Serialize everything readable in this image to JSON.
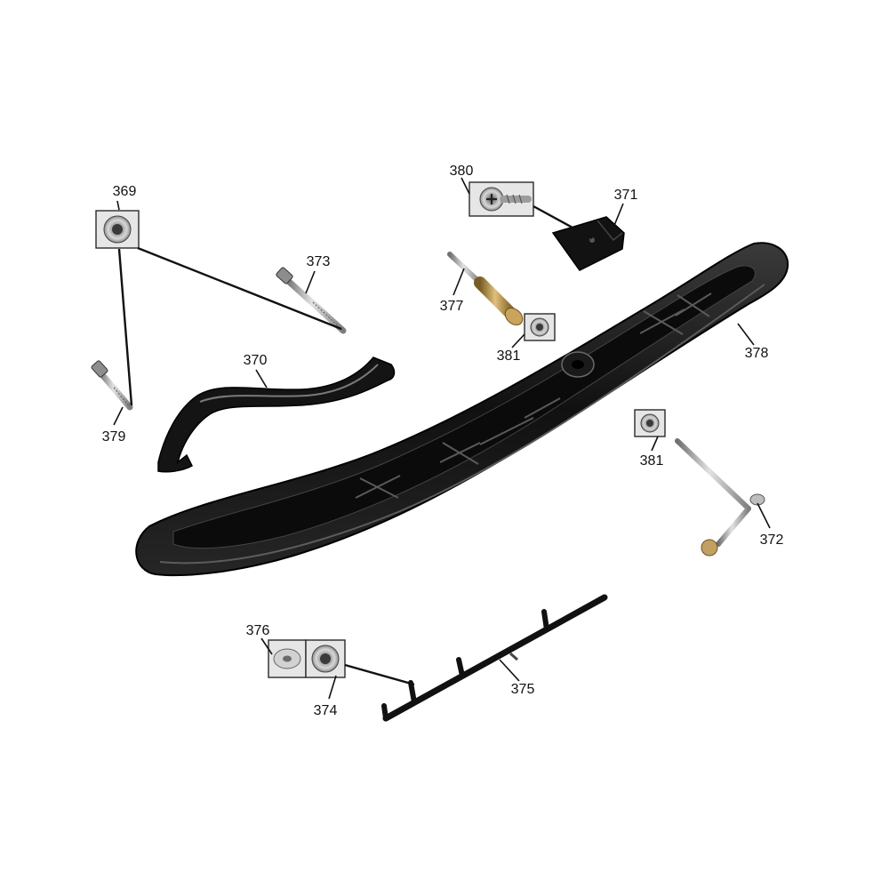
{
  "diagram": {
    "callouts": {
      "c369": "369",
      "c370": "370",
      "c371": "371",
      "c372": "372",
      "c373": "373",
      "c374": "374",
      "c375": "375",
      "c376": "376",
      "c377": "377",
      "c378": "378",
      "c379": "379",
      "c380": "380",
      "c381a": "381",
      "c381b": "381"
    }
  }
}
